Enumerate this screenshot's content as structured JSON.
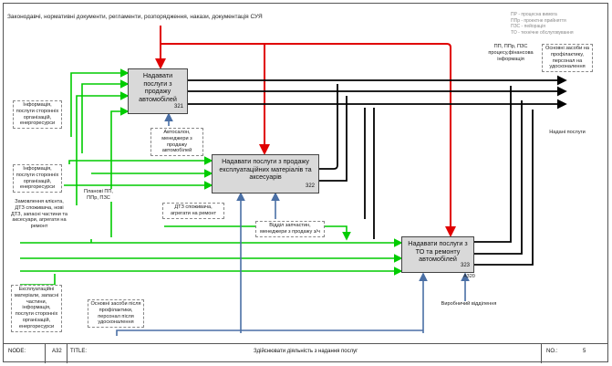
{
  "header": {
    "title": "Законодавчі, нормативні документи, регламенти, розпорядження, накази, документація СУЯ",
    "legend": [
      "ПР - процесна вимога",
      "ППр - проектне прийняття",
      "ПЗС - пейорація",
      "ТО - технічне обслуговування"
    ]
  },
  "boxes": [
    {
      "id": "b321",
      "label": "Надавати послуги з продажу автомобілей",
      "number": "321"
    },
    {
      "id": "b322",
      "label": "Надавати послуги з продажу експлуатаційних матеріалів та аксесуарів",
      "number": "322"
    },
    {
      "id": "b323",
      "label": "Надавати послуги з ТО та ремонту автомобілей",
      "number": "323",
      "sub": "А320"
    }
  ],
  "labels": {
    "info_other_orgs": "Інформація, послуги сторонніх організацій, енергоресурси",
    "info_other_orgs2": "Інформація, послуги сторонніх організацій, енергоресурси",
    "orders": "Замовлення клієнта, ДТЗ споживача, нові ДТЗ, запасні частини та аксесуари, агрегати на ремонт",
    "consumables": "Експлуатаційні матеріали, запасні частини, інформація, послуги сторонніх організацій, енергоресурси",
    "autosalon": "Автосалон, менеджери з продажу автомобілей",
    "planned": "Планові ПП, ППр, ПЗС",
    "vehicle_repair": "ДТЗ споживача, агрегати на ремонт",
    "parts_dept": "Відділ запчастин, менеджери з продажу з/ч",
    "fixed_assets": "Основні засоби після профілактики, персонал після удосконалення",
    "production_dept": "Виробничий відділення",
    "pp_info": "ПП, ППр, ПЗС процесу,фінансова інформація",
    "fixed_assets_out": "Основні засоби на профілактику, персонал на удосконалення",
    "services_out": "Надані послуги"
  },
  "footer": {
    "node_label": "NODE:",
    "node_value": "А32",
    "title_label": "TITLE:",
    "title_value": "Здійснювати діяльність з надання послуг",
    "no_label": "NO.:",
    "no_value": "5"
  },
  "colors": {
    "control": "#e00000",
    "input": "#00cc00",
    "mechanism": "#4a6fa5",
    "output": "#000000",
    "box_fill": "#d9d9d9"
  }
}
